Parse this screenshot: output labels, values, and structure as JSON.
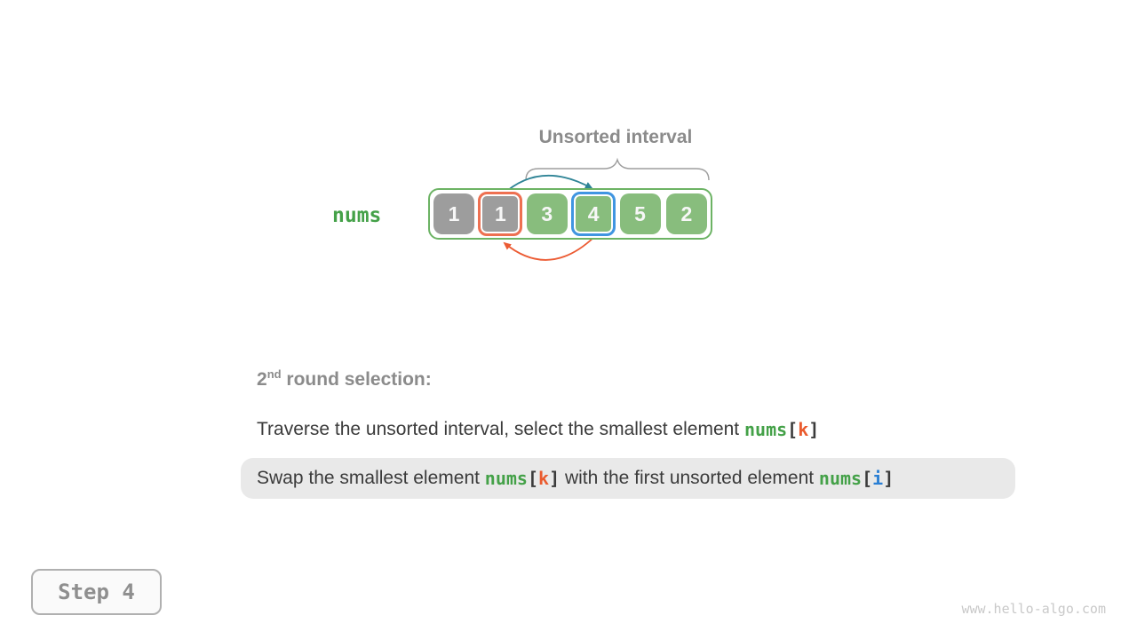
{
  "colors": {
    "cell_green": "#88bd7d",
    "cell_gray": "#9d9d9d",
    "cell_text": "#f7f7f7",
    "ring_orange": "#ee7051",
    "ring_blue": "#4095e1",
    "container_border": "#6cb364",
    "code_green": "#44a148",
    "code_orange": "#ea5b2e",
    "code_blue": "#2a7fd4",
    "arrow_teal": "#2f8496",
    "arrow_orange": "#ec5b33",
    "brace_gray": "#9e9e9e",
    "heading_gray": "#8b8b8b",
    "body_text": "#3b3b3b",
    "highlight_bg": "#e9e9e9",
    "step_border": "#b0b0b0",
    "step_bg": "#fafafa",
    "step_text": "#8f8f8f",
    "watermark": "#c9c9c9"
  },
  "diagram": {
    "interval_label": "Unsorted interval",
    "array_label": "nums",
    "cells": [
      {
        "value": "1",
        "fill": "gray",
        "ring": "none"
      },
      {
        "value": "1",
        "fill": "gray",
        "ring": "orange"
      },
      {
        "value": "3",
        "fill": "green",
        "ring": "none"
      },
      {
        "value": "4",
        "fill": "green",
        "ring": "blue"
      },
      {
        "value": "5",
        "fill": "green",
        "ring": "none"
      },
      {
        "value": "2",
        "fill": "green",
        "ring": "none"
      }
    ]
  },
  "captions": {
    "round": {
      "number": "2",
      "ordinal": "nd",
      "rest": " round selection:"
    },
    "line1": {
      "text": "Traverse the unsorted interval, select the smallest element ",
      "code": {
        "name": "nums",
        "open": "[",
        "index": "k",
        "close": "]"
      }
    },
    "line2": {
      "pre": "Swap the smallest element ",
      "code1": {
        "name": "nums",
        "open": "[",
        "index": "k",
        "close": "]"
      },
      "mid": " with the first unsorted element ",
      "code2": {
        "name": "nums",
        "open": "[",
        "index": "i",
        "close": "]"
      }
    }
  },
  "footer": {
    "step_label": "Step 4",
    "watermark": "www.hello-algo.com"
  }
}
